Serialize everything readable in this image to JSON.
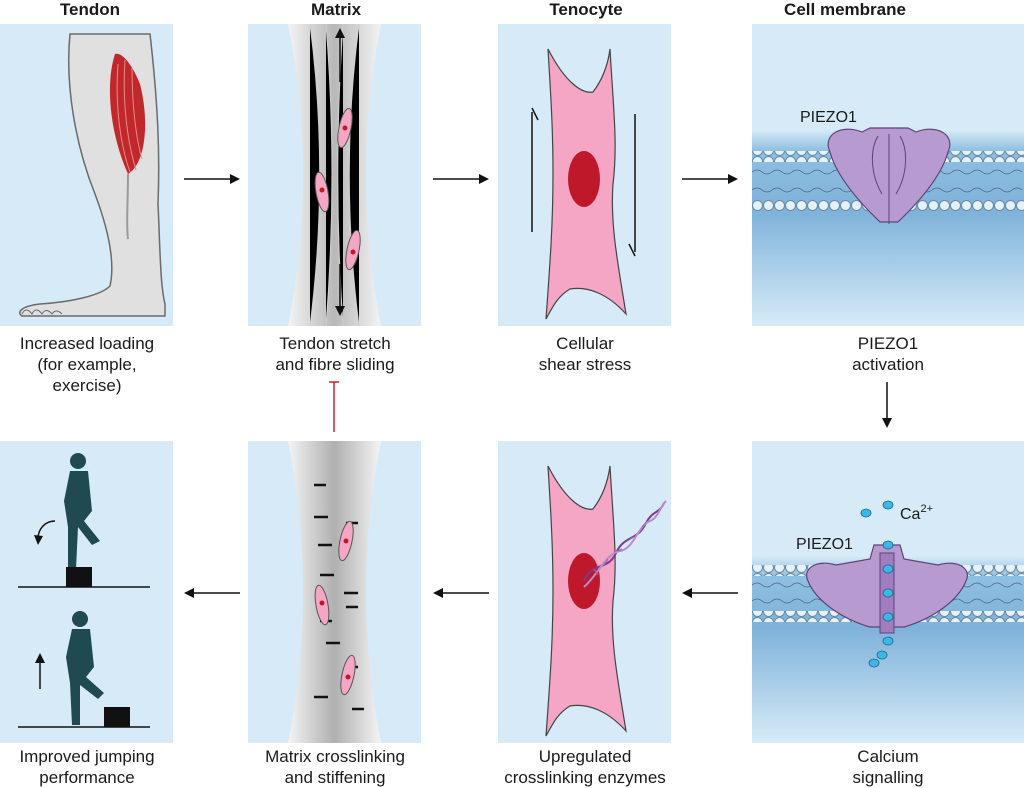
{
  "headers": {
    "tendon": "Tendon",
    "matrix": "Matrix",
    "tenocyte": "Tenocyte",
    "membrane": "Cell membrane"
  },
  "top_row": [
    {
      "line1": "Increased loading",
      "line2": "(for example,",
      "line3": "exercise)"
    },
    {
      "line1": "Tendon stretch",
      "line2": "and fibre sliding"
    },
    {
      "line1": "Cellular",
      "line2": "shear stress"
    },
    {
      "line1": "PIEZO1",
      "line2": "activation"
    }
  ],
  "bottom_row": [
    {
      "line1": "Improved jumping",
      "line2": "performance"
    },
    {
      "line1": "Matrix crosslinking",
      "line2": "and stiffening"
    },
    {
      "line1": "Upregulated",
      "line2": "crosslinking enzymes"
    },
    {
      "line1": "Calcium",
      "line2": "signalling"
    }
  ],
  "labels": {
    "piezo_top": "PIEZO1",
    "piezo_bottom": "PIEZO1",
    "calcium": "Ca",
    "calcium_sup": "2+"
  },
  "colors": {
    "panel_bg": "#d6ebf7",
    "cell_pink": "#f4a6c4",
    "nucleus_red": "#c0182b",
    "channel_purple": "#b79ad0",
    "ion_blue": "#3fb6e6",
    "membrane_blue": "#7fb2da",
    "inhibit_red": "#d0202a",
    "silhouette": "#1f4a52"
  }
}
